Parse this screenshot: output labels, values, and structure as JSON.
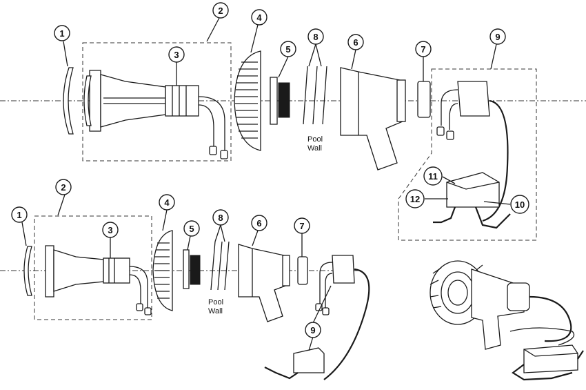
{
  "callouts": {
    "c1": "1",
    "c2": "2",
    "c3": "3",
    "c4": "4",
    "c5": "5",
    "c6": "6",
    "c7": "7",
    "c8": "8",
    "c9": "9",
    "c10": "10",
    "c11": "11",
    "c12": "12"
  },
  "labels": {
    "pool": "Pool",
    "wall": "Wall"
  }
}
